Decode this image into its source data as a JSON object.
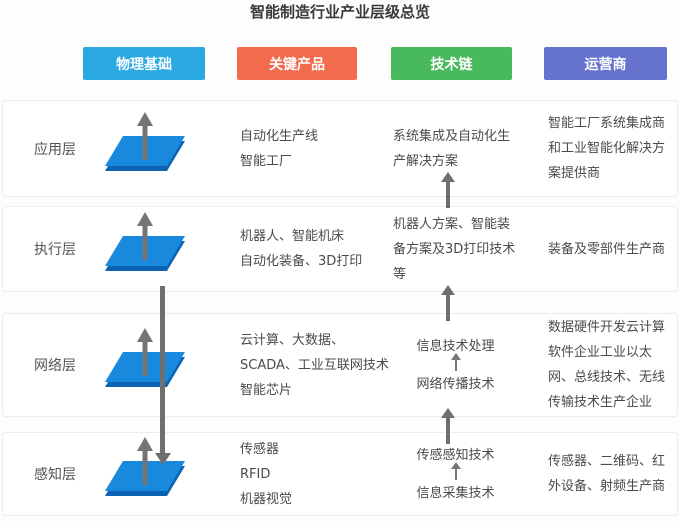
{
  "title": "智能制造行业产业层级总览",
  "headers": [
    {
      "id": "physical-foundation",
      "label": "物理基础",
      "color": "#2BA9E1"
    },
    {
      "id": "key-products",
      "label": "关键产品",
      "color": "#F26B4C"
    },
    {
      "id": "tech-chain",
      "label": "技术链",
      "color": "#49B95D"
    },
    {
      "id": "operators",
      "label": "运营商",
      "color": "#6673CE"
    }
  ],
  "rows": [
    {
      "layer": "应用层",
      "products": "自动化生产线\n智能工厂",
      "tech": "系统集成及自动化生\n产解决方案",
      "operators": "智能工厂系统集成商\n和工业智能化解决方\n案提供商"
    },
    {
      "layer": "执行层",
      "products": "机器人、智能机床\n自动化装备、3D打印",
      "tech": "机器人方案、智能装\n备方案及3D打印技术\n等",
      "operators": "装备及零部件生产商"
    },
    {
      "layer": "网络层",
      "products": "云计算、大数据、\nSCADA、工业互联网技术\n智能芯片",
      "tech_top": "信息技术处理",
      "tech_bottom": "网络传播技术",
      "operators": "数据硬件开发云计算\n软件企业工业以太\n网、总线技术、无线\n传输技术生产企业"
    },
    {
      "layer": "感知层",
      "products": "传感器\nRFID\n机器视觉",
      "tech_top": "传感感知技术",
      "tech_bottom": "信息采集技术",
      "operators": "传感器、二维码、红\n外设备、射频生产商"
    }
  ],
  "colors": {
    "platform_top": "#1989DE",
    "platform_edge": "#0E62B2",
    "arrow_gray": "#6F6F6F",
    "card_border": "#ECECEC",
    "text": "#4A4A4A"
  }
}
